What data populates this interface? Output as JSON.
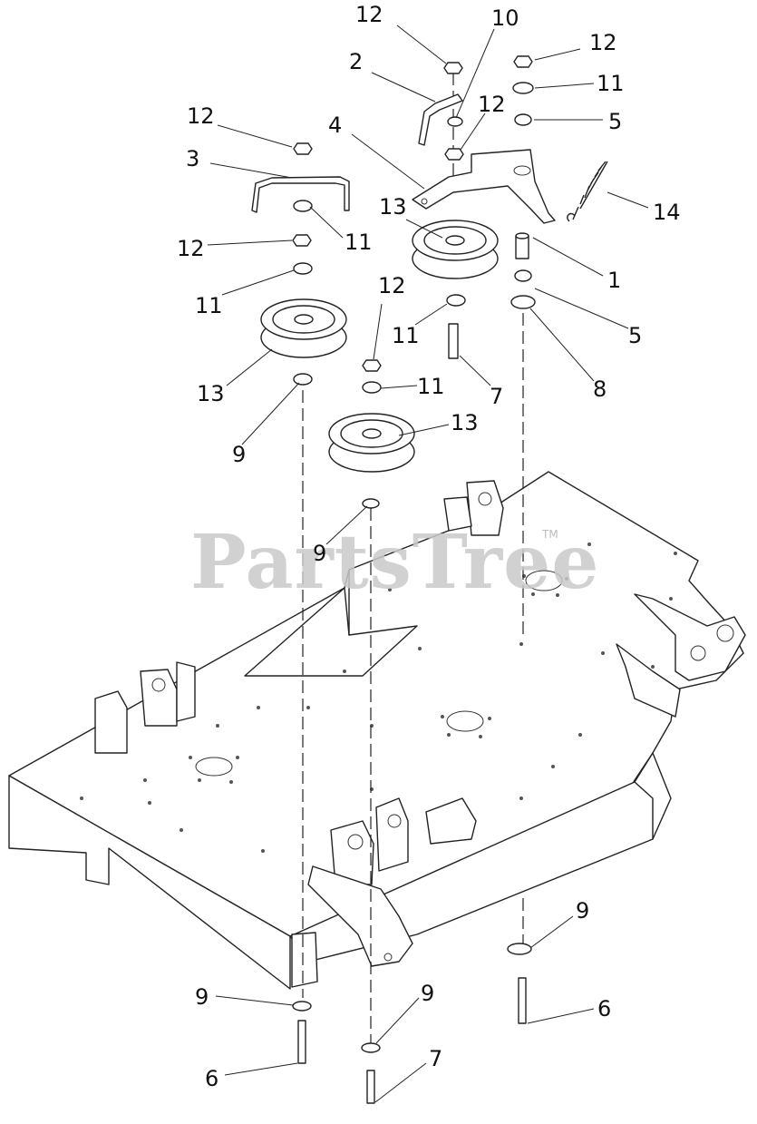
{
  "watermark": {
    "text": "PartsTree",
    "trademark": "TM"
  },
  "callouts": [
    {
      "id": "c12a",
      "label": "12"
    },
    {
      "id": "c10",
      "label": "10"
    },
    {
      "id": "c12b",
      "label": "12"
    },
    {
      "id": "c2",
      "label": "2"
    },
    {
      "id": "c11a",
      "label": "11"
    },
    {
      "id": "c12c",
      "label": "12"
    },
    {
      "id": "c5a",
      "label": "5"
    },
    {
      "id": "c12d",
      "label": "12"
    },
    {
      "id": "c4",
      "label": "4"
    },
    {
      "id": "c3",
      "label": "3"
    },
    {
      "id": "c14",
      "label": "14"
    },
    {
      "id": "c13a",
      "label": "13"
    },
    {
      "id": "c11b",
      "label": "11"
    },
    {
      "id": "c12e",
      "label": "12"
    },
    {
      "id": "c1",
      "label": "1"
    },
    {
      "id": "c11c",
      "label": "11"
    },
    {
      "id": "c12f",
      "label": "12"
    },
    {
      "id": "c5b",
      "label": "5"
    },
    {
      "id": "c11d",
      "label": "11"
    },
    {
      "id": "c13b",
      "label": "13"
    },
    {
      "id": "c11e",
      "label": "11"
    },
    {
      "id": "c7a",
      "label": "7"
    },
    {
      "id": "c8",
      "label": "8"
    },
    {
      "id": "c9a",
      "label": "9"
    },
    {
      "id": "c13c",
      "label": "13"
    },
    {
      "id": "c9b",
      "label": "9"
    },
    {
      "id": "c9c",
      "label": "9"
    },
    {
      "id": "c9d",
      "label": "9"
    },
    {
      "id": "c9e",
      "label": "9"
    },
    {
      "id": "c6a",
      "label": "6"
    },
    {
      "id": "c6b",
      "label": "6"
    },
    {
      "id": "c7b",
      "label": "7"
    }
  ]
}
